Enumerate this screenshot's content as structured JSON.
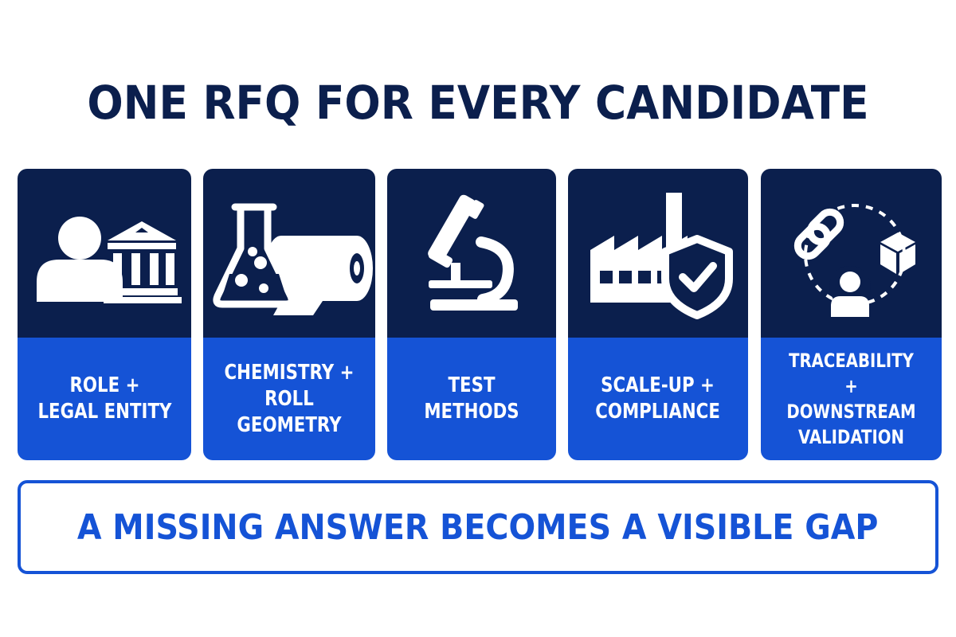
{
  "title": "ONE RFQ FOR EVERY CANDIDATE",
  "cards": [
    {
      "label": "ROLE +\nLEGAL ENTITY",
      "icon": "person-and-building-icon"
    },
    {
      "label": "CHEMISTRY +\nROLL GEOMETRY",
      "icon": "flask-and-roll-icon"
    },
    {
      "label": "TEST METHODS",
      "icon": "microscope-icon"
    },
    {
      "label": "SCALE-UP +\nCOMPLIANCE",
      "icon": "factory-shield-icon"
    },
    {
      "label": "TRACEABILITY +\nDOWNSTREAM\nVALIDATION",
      "icon": "chain-box-person-icon"
    }
  ],
  "banner": "A MISSING ANSWER BECOMES A VISIBLE GAP",
  "colors": {
    "navy": "#0b1f4d",
    "blue": "#1553d6",
    "white": "#ffffff"
  }
}
